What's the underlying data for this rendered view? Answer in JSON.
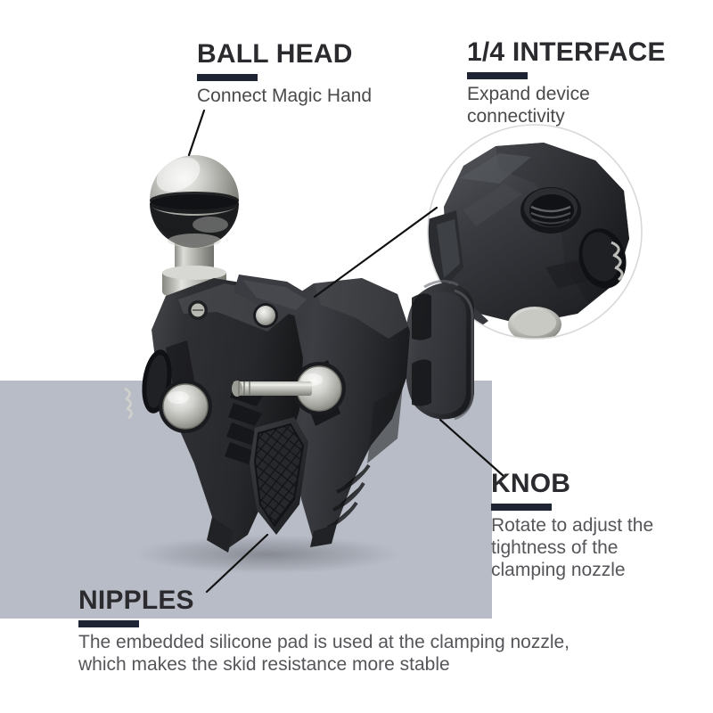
{
  "graphic": {
    "kind": "product-infographic",
    "subject": "super clamp with ball head",
    "background_color": "#ffffff",
    "band_color": "#b8bcc6",
    "accent_color": "#1e2433",
    "heading_color": "#2b2b2f",
    "body_color": "#55555a"
  },
  "callouts": [
    {
      "id": "ball-head",
      "title": "BALL HEAD",
      "description": "Connect Magic Hand"
    },
    {
      "id": "quarter-interface",
      "title": "1/4 INTERFACE",
      "description": "Expand device\nconnectivity"
    },
    {
      "id": "knob",
      "title": "KNOB",
      "description": "Rotate to adjust the\ntightness of the\nclamping nozzle"
    },
    {
      "id": "nipples",
      "title": "NIPPLES",
      "description": "The embedded silicone pad is used at the clamping nozzle,\nwhich makes the skid resistance more stable"
    }
  ],
  "parts": {
    "ball_head": "chrome-ball-icon",
    "detail_circle": "magnified-detail-circle",
    "clamp_body": "clamp-body-icon",
    "silicone_pad": "silicone-pad-icon",
    "thumb_knob": "thumb-knob-icon",
    "threaded_rod": "threaded-rod-icon",
    "pivot_bolt": "pivot-bolt-icon"
  }
}
